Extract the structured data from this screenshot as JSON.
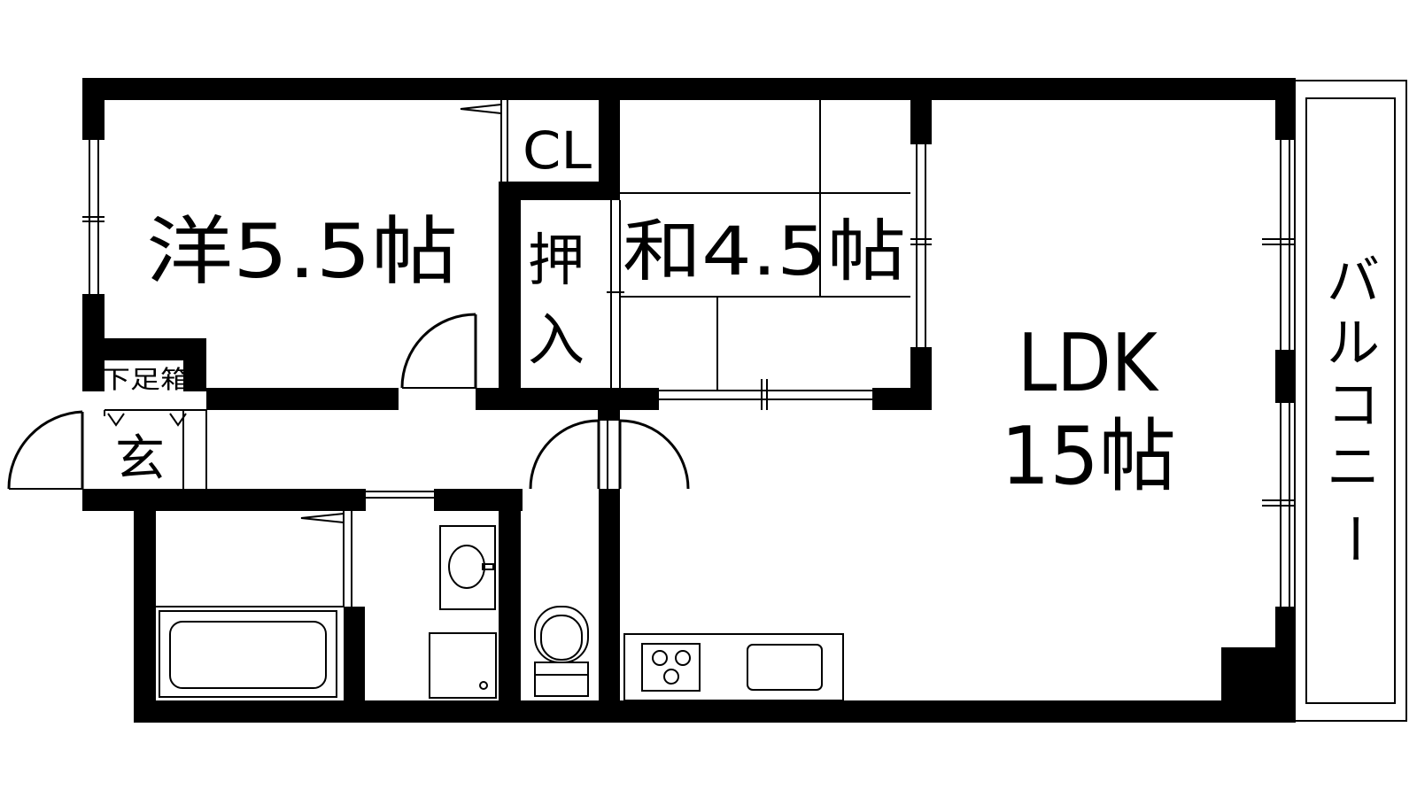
{
  "floor_plan": {
    "rooms": {
      "western_room": "洋5.5帖",
      "japanese_room": "和4.5帖",
      "ldk_line1": "LDK",
      "ldk_line2": "15帖",
      "closet": "CL",
      "oshiire_line1": "押",
      "oshiire_line2": "入",
      "shoe_cabinet": "下足箱",
      "entrance": "玄",
      "balcony": [
        "バ",
        "ル",
        "コ",
        "ニ",
        "ー"
      ]
    },
    "colors": {
      "wall": "#000000",
      "background": "#ffffff"
    }
  }
}
